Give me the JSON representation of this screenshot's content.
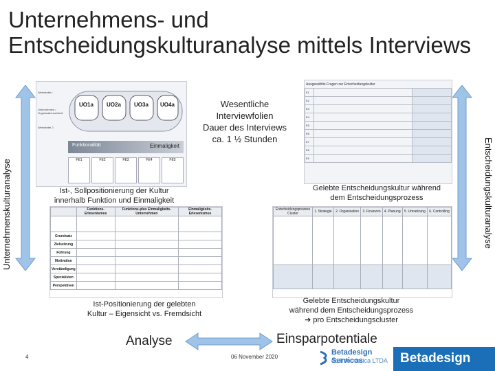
{
  "slide": {
    "title_line1": "Unternehmens- und",
    "title_line2": "Entscheidungskulturanalyse mittels Interviews",
    "left_vertical_label": "Unternehmenskulturanalyse",
    "right_vertical_label": "Entscheidungskulturanalyse",
    "interview_note": {
      "line1": "Wesentliche",
      "line2": "Interviewfolien",
      "line3": "Dauer des Interviews",
      "line4": "ca. 1 ½ Stunden"
    },
    "captions": {
      "top_left_1": "Ist-, Sollpositionierung der Kultur",
      "top_left_2": "innerhalb Funktion und Einmaligkeit",
      "top_right_1": "Gelebte Entscheidungskultur während",
      "top_right_2": "dem Entscheidungsprozess",
      "bottom_left_1": "Ist-Positionierung der gelebten",
      "bottom_left_2": "Kultur – Eigensicht vs. Fremdsicht",
      "bottom_right_1": "Gelebte Entscheidungskultur",
      "bottom_right_2": "während dem Entscheidungsprozess",
      "bottom_right_3": "pro Entscheidungscluster"
    },
    "analyse_label": "Analyse",
    "einspar_label": "Einsparpotentiale",
    "page_number": "4",
    "date": "06 November 2020",
    "logo_small_name": "Betadesign Servicos",
    "logo_small_sub": "de Informatica LTDA",
    "logo_large": "Betadesign",
    "colors": {
      "accent_blue": "#1b6fb8",
      "arrow_blue": "#9fc4e8",
      "panel_bg": "#f2f4f7"
    }
  },
  "panel_top_left": {
    "row_labels": [
      "Wertekette I",
      "Unternehmen / Organisationseinheit",
      "Wertekette 2"
    ],
    "nodes": [
      "UO1a",
      "UO2a",
      "UO3a",
      "UO4a"
    ],
    "band_left": "Funktionalität",
    "band_right": "Einmaligkeit",
    "columns": [
      "FE1",
      "FE2",
      "FE3",
      "FE4",
      "FE5"
    ]
  },
  "panel_bottom_left": {
    "headers": [
      "Funktions-Erlesenismus",
      "Funktions-plus Einmaligkeits-Unternehmen",
      "Einmaligkeits-Erlesenismus"
    ],
    "rows": [
      "Grundsatz",
      "Zielsetzung",
      "Führung",
      "Motivation",
      "Verständigung",
      "Spezialisten",
      "Perspektiven"
    ]
  },
  "panel_top_right": {
    "header": "Ausgewählte Fragen zur Entscheidungskultur",
    "items": [
      "E1",
      "E2",
      "E3",
      "E4",
      "E5",
      "E6",
      "E7",
      "E8",
      "E9"
    ]
  },
  "panel_bottom_right": {
    "columns": [
      "Entscheidungsprozess Cluster",
      "1. Strategie",
      "2. Organisation",
      "3. Finanzen",
      "4. Planung",
      "5. Umsetzung",
      "6. Controlling"
    ]
  }
}
